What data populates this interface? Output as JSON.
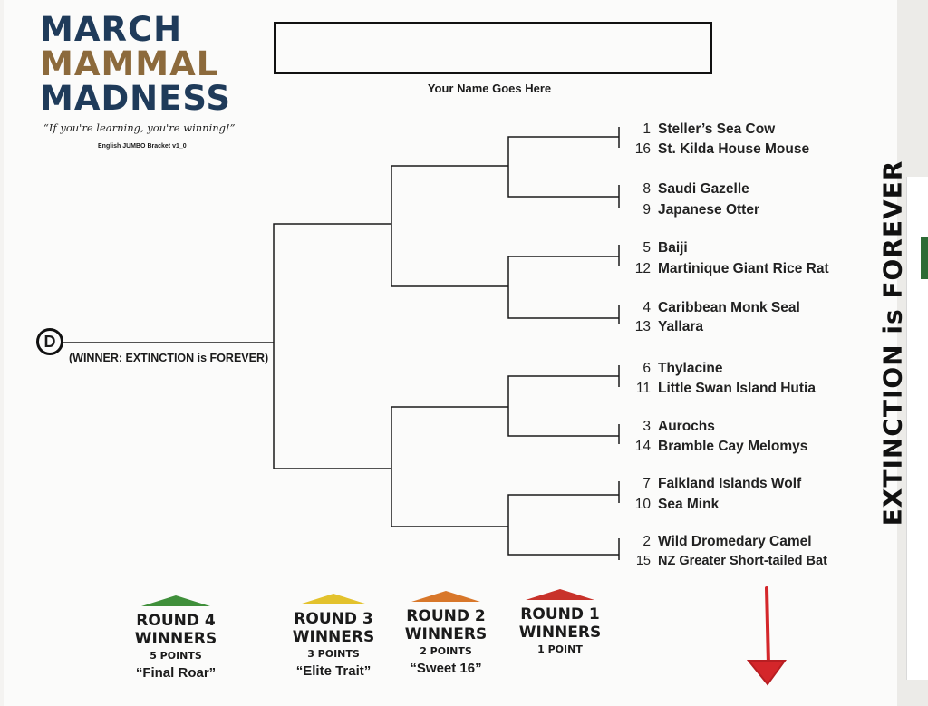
{
  "logo": {
    "line1": "MARCH",
    "line2": "MAMMAL",
    "line3": "MADNESS",
    "tagline": "“If you're learning, you're winning!”",
    "version": "English JUMBO Bracket v1_0"
  },
  "name_box": {
    "label": "Your Name Goes Here"
  },
  "bracket": {
    "division_letter": "D",
    "winner_label": "(WINNER: EXTINCTION is FOREVER)",
    "division_title": "EXTINCTION is FOREVER",
    "teams": [
      {
        "seed": "1",
        "name": "Steller’s Sea Cow"
      },
      {
        "seed": "16",
        "name": "St. Kilda House Mouse"
      },
      {
        "seed": "8",
        "name": "Saudi Gazelle"
      },
      {
        "seed": "9",
        "name": "Japanese Otter"
      },
      {
        "seed": "5",
        "name": "Baiji"
      },
      {
        "seed": "12",
        "name": "Martinique Giant Rice Rat"
      },
      {
        "seed": "4",
        "name": "Caribbean Monk Seal"
      },
      {
        "seed": "13",
        "name": "Yallara"
      },
      {
        "seed": "6",
        "name": "Thylacine"
      },
      {
        "seed": "11",
        "name": "Little Swan Island Hutia"
      },
      {
        "seed": "3",
        "name": "Aurochs"
      },
      {
        "seed": "14",
        "name": "Bramble Cay Melomys"
      },
      {
        "seed": "7",
        "name": "Falkland Islands Wolf"
      },
      {
        "seed": "10",
        "name": "Sea Mink"
      },
      {
        "seed": "2",
        "name": "Wild Dromedary Camel"
      },
      {
        "seed": "15",
        "name": "NZ Greater Short-tailed Bat"
      }
    ]
  },
  "rounds": [
    {
      "title_1": "ROUND 4",
      "title_2": "WINNERS",
      "points": "5 POINTS",
      "nickname": "“Final Roar”",
      "color": "#3f8f3a"
    },
    {
      "title_1": "ROUND 3",
      "title_2": "WINNERS",
      "points": "3 POINTS",
      "nickname": "“Elite Trait”",
      "color": "#e3c22c"
    },
    {
      "title_1": "ROUND 2",
      "title_2": "WINNERS",
      "points": "2 POINTS",
      "nickname": "“Sweet 16”",
      "color": "#d8772a"
    },
    {
      "title_1": "ROUND 1",
      "title_2": "WINNERS",
      "points": "1 POINT",
      "nickname": "",
      "color": "#c8322a"
    }
  ],
  "colors": {
    "arrow": "#d4262a",
    "ink": "#111111"
  }
}
